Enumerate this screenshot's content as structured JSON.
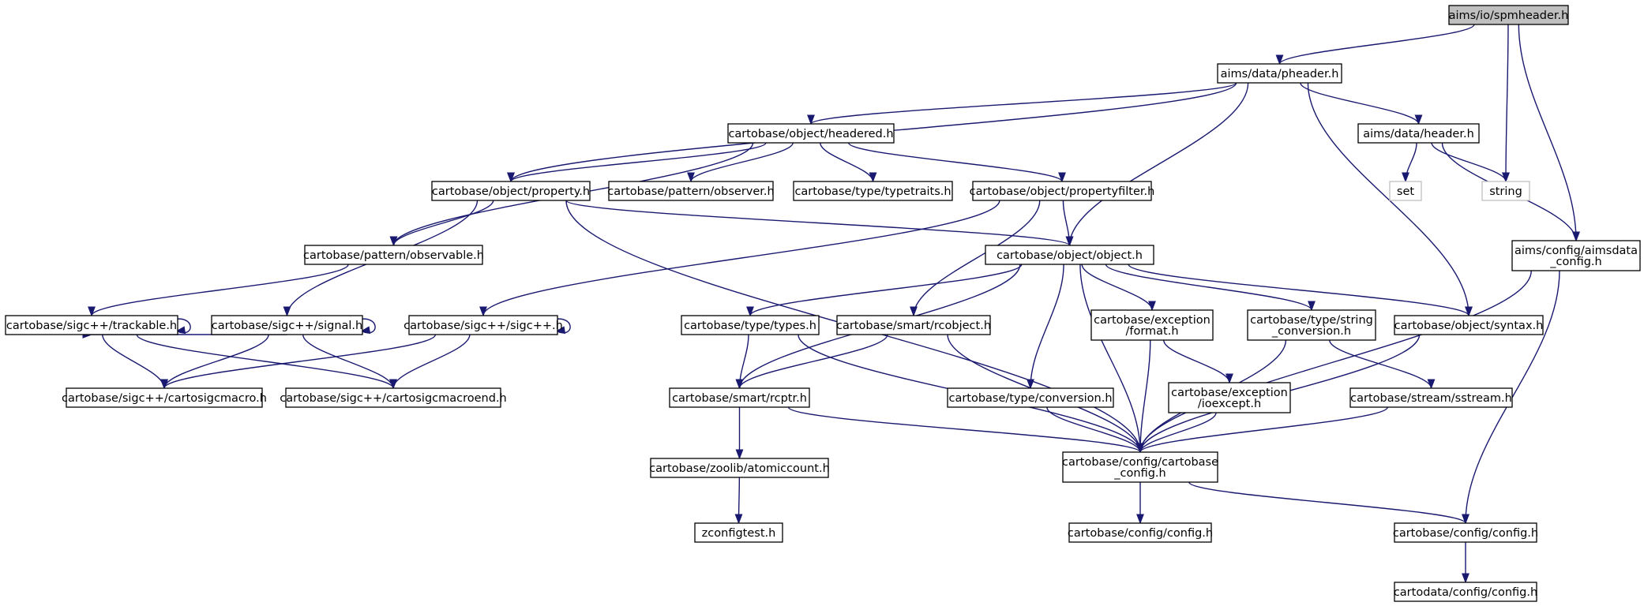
{
  "graph": {
    "title": "",
    "colors": {
      "edge": "#191970",
      "root_fill": "#bfbfbf",
      "node_stroke": "#000000",
      "external_stroke": "#bfbfbf"
    },
    "nodes": [
      {
        "id": "spmheader",
        "lines": [
          "aims/io/spmheader.h"
        ],
        "kind": "root"
      },
      {
        "id": "pheader",
        "lines": [
          "aims/data/pheader.h"
        ]
      },
      {
        "id": "headered",
        "lines": [
          "cartobase/object/headered.h"
        ]
      },
      {
        "id": "header",
        "lines": [
          "aims/data/header.h"
        ]
      },
      {
        "id": "property",
        "lines": [
          "cartobase/object/property.h"
        ]
      },
      {
        "id": "observer",
        "lines": [
          "cartobase/pattern/observer.h"
        ]
      },
      {
        "id": "typetraits",
        "lines": [
          "cartobase/type/typetraits.h"
        ]
      },
      {
        "id": "propertyfilter",
        "lines": [
          "cartobase/object/propertyfilter.h"
        ]
      },
      {
        "id": "set",
        "lines": [
          "set"
        ],
        "kind": "external"
      },
      {
        "id": "string",
        "lines": [
          "string"
        ],
        "kind": "external"
      },
      {
        "id": "observable",
        "lines": [
          "cartobase/pattern/observable.h"
        ]
      },
      {
        "id": "object",
        "lines": [
          "cartobase/object/object.h"
        ]
      },
      {
        "id": "aimsdata_config",
        "lines": [
          "aims/config/aimsdata",
          "_config.h"
        ]
      },
      {
        "id": "trackable",
        "lines": [
          "cartobase/sigc++/trackable.h"
        ]
      },
      {
        "id": "signal",
        "lines": [
          "cartobase/sigc++/signal.h"
        ]
      },
      {
        "id": "sigcpp",
        "lines": [
          "cartobase/sigc++/sigc++.h"
        ]
      },
      {
        "id": "types",
        "lines": [
          "cartobase/type/types.h"
        ]
      },
      {
        "id": "rcobject",
        "lines": [
          "cartobase/smart/rcobject.h"
        ]
      },
      {
        "id": "format",
        "lines": [
          "cartobase/exception",
          "/format.h"
        ]
      },
      {
        "id": "string_conversion",
        "lines": [
          "cartobase/type/string",
          "_conversion.h"
        ]
      },
      {
        "id": "syntax",
        "lines": [
          "cartobase/object/syntax.h"
        ]
      },
      {
        "id": "cartosigcmacro",
        "lines": [
          "cartobase/sigc++/cartosigcmacro.h"
        ]
      },
      {
        "id": "cartosigcmacroend",
        "lines": [
          "cartobase/sigc++/cartosigcmacroend.h"
        ]
      },
      {
        "id": "rcptr",
        "lines": [
          "cartobase/smart/rcptr.h"
        ]
      },
      {
        "id": "conversion",
        "lines": [
          "cartobase/type/conversion.h"
        ]
      },
      {
        "id": "ioexcept",
        "lines": [
          "cartobase/exception",
          "/ioexcept.h"
        ]
      },
      {
        "id": "sstream",
        "lines": [
          "cartobase/stream/sstream.h"
        ]
      },
      {
        "id": "cartobase_config",
        "lines": [
          "cartobase/config/cartobase",
          "_config.h"
        ]
      },
      {
        "id": "atomiccount",
        "lines": [
          "cartobase/zoolib/atomiccount.h"
        ]
      },
      {
        "id": "zconfigtest",
        "lines": [
          "zconfigtest.h"
        ]
      },
      {
        "id": "cb_config",
        "lines": [
          "cartobase/config/config.h"
        ]
      },
      {
        "id": "cb_config2",
        "lines": [
          "cartobase/config/config.h"
        ]
      },
      {
        "id": "cd_config",
        "lines": [
          "cartodata/config/config.h"
        ]
      }
    ],
    "edges": [
      [
        "spmheader",
        "pheader"
      ],
      [
        "spmheader",
        "string"
      ],
      [
        "spmheader",
        "aimsdata_config"
      ],
      [
        "pheader",
        "headered"
      ],
      [
        "pheader",
        "header"
      ],
      [
        "pheader",
        "property"
      ],
      [
        "pheader",
        "object"
      ],
      [
        "pheader",
        "syntax"
      ],
      [
        "headered",
        "property"
      ],
      [
        "headered",
        "observer"
      ],
      [
        "headered",
        "typetraits"
      ],
      [
        "headered",
        "propertyfilter"
      ],
      [
        "headered",
        "observable"
      ],
      [
        "header",
        "set"
      ],
      [
        "header",
        "string"
      ],
      [
        "header",
        "aimsdata_config"
      ],
      [
        "property",
        "observable"
      ],
      [
        "property",
        "object"
      ],
      [
        "property",
        "signal"
      ],
      [
        "property",
        "cartobase_config"
      ],
      [
        "propertyfilter",
        "object"
      ],
      [
        "propertyfilter",
        "sigcpp"
      ],
      [
        "propertyfilter",
        "rcobject"
      ],
      [
        "observable",
        "trackable"
      ],
      [
        "object",
        "types"
      ],
      [
        "object",
        "format"
      ],
      [
        "object",
        "string_conversion"
      ],
      [
        "object",
        "syntax"
      ],
      [
        "object",
        "conversion"
      ],
      [
        "object",
        "rcptr"
      ],
      [
        "object",
        "cartobase_config"
      ],
      [
        "aimsdata_config",
        "cartobase_config"
      ],
      [
        "aimsdata_config",
        "cb_config2"
      ],
      [
        "trackable",
        "trackable"
      ],
      [
        "trackable",
        "cartosigcmacro"
      ],
      [
        "trackable",
        "cartosigcmacroend"
      ],
      [
        "signal",
        "signal"
      ],
      [
        "signal",
        "trackable"
      ],
      [
        "signal",
        "cartosigcmacro"
      ],
      [
        "signal",
        "cartosigcmacroend"
      ],
      [
        "sigcpp",
        "sigcpp"
      ],
      [
        "sigcpp",
        "cartosigcmacro"
      ],
      [
        "sigcpp",
        "cartosigcmacroend"
      ],
      [
        "types",
        "rcptr"
      ],
      [
        "types",
        "cartobase_config"
      ],
      [
        "rcobject",
        "rcptr"
      ],
      [
        "rcobject",
        "cartobase_config"
      ],
      [
        "format",
        "ioexcept"
      ],
      [
        "format",
        "cartobase_config"
      ],
      [
        "string_conversion",
        "sstream"
      ],
      [
        "string_conversion",
        "cartobase_config"
      ],
      [
        "syntax",
        "cartobase_config"
      ],
      [
        "rcptr",
        "atomiccount"
      ],
      [
        "rcptr",
        "cartobase_config"
      ],
      [
        "conversion",
        "cartobase_config"
      ],
      [
        "ioexcept",
        "cartobase_config"
      ],
      [
        "sstream",
        "cartobase_config"
      ],
      [
        "cartobase_config",
        "cb_config"
      ],
      [
        "cartobase_config",
        "cb_config2"
      ],
      [
        "atomiccount",
        "zconfigtest"
      ],
      [
        "cb_config2",
        "cd_config"
      ]
    ]
  }
}
